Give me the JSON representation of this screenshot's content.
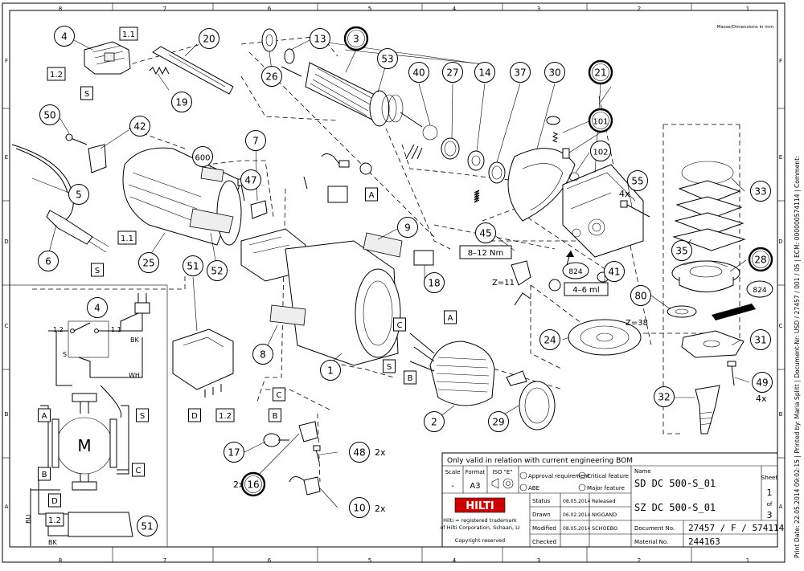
{
  "corner_note": "Masse/Dimensions in mm",
  "grid_columns": [
    "8",
    "7",
    "6",
    "5",
    "4",
    "3",
    "2",
    "1"
  ],
  "grid_rows": [
    "F",
    "E",
    "D",
    "C",
    "B",
    "A"
  ],
  "side_text": "Print Date: 22.05.2014 09:02:15 | Printed by: Maria Splitt | Document-Nr: USD / 27457 / 001 / 05 | ECM: 000000574114 | Comment:",
  "callouts": [
    {
      "n": "4"
    },
    {
      "n": "20"
    },
    {
      "n": "26"
    },
    {
      "n": "13"
    },
    {
      "n": "3",
      "bold": true
    },
    {
      "n": "53"
    },
    {
      "n": "19"
    },
    {
      "n": "40"
    },
    {
      "n": "27"
    },
    {
      "n": "14"
    },
    {
      "n": "37"
    },
    {
      "n": "30"
    },
    {
      "n": "21",
      "bold": true
    },
    {
      "n": "101",
      "bold": true
    },
    {
      "n": "102"
    },
    {
      "n": "50"
    },
    {
      "n": "42"
    },
    {
      "n": "7"
    },
    {
      "n": "600"
    },
    {
      "n": "47"
    },
    {
      "n": "55"
    },
    {
      "n": "33"
    },
    {
      "n": "5"
    },
    {
      "n": "6"
    },
    {
      "n": "25"
    },
    {
      "n": "52"
    },
    {
      "n": "9"
    },
    {
      "n": "45"
    },
    {
      "n": "18"
    },
    {
      "n": "41"
    },
    {
      "n": "35"
    },
    {
      "n": "28",
      "bold": true
    },
    {
      "n": "51"
    },
    {
      "n": "1"
    },
    {
      "n": "8"
    },
    {
      "n": "80"
    },
    {
      "n": "24"
    },
    {
      "n": "31"
    },
    {
      "n": "49"
    },
    {
      "n": "2"
    },
    {
      "n": "29"
    },
    {
      "n": "32"
    },
    {
      "n": "17"
    },
    {
      "n": "16",
      "bold": true
    },
    {
      "n": "48"
    },
    {
      "n": "10"
    },
    {
      "n": "4"
    },
    {
      "n": "51"
    }
  ],
  "tags": [
    "1.1",
    "1.2",
    "S",
    "1.1",
    "S",
    "A",
    "A",
    "C",
    "S",
    "B",
    "C",
    "1.2",
    "D",
    "B",
    "A",
    "S",
    "C",
    "B",
    "D",
    "1.2"
  ],
  "labels": {
    "qty_4x_a": "4x",
    "qty_4x_b": "4x",
    "qty_2x_a": "2x",
    "qty_2x_b": "2x",
    "qty_2x_c": "2x",
    "torque": "8–12 Nm",
    "grease": "4–6 ml",
    "gear_z11": "Z=11",
    "gear_z38": "Z=38",
    "grease_824a": "824",
    "grease_824b": "824",
    "wire_bk": "BK",
    "wire_wh": "WH",
    "wire_bu": "BU",
    "wire_bk2": "BK",
    "motor": "M",
    "s1_12": "1.2",
    "s1_11": "1.1",
    "s_sw": "S"
  },
  "title_block": {
    "note": "Only valid in relation with current engineering BOM",
    "scale_label": "Scale",
    "scale_value": "-",
    "format_label": "Format",
    "format_value": "A3",
    "iso_label": "ISO \"E\"",
    "approval_req": "Approval requirement",
    "abe": "ABE",
    "critical": "Critical feature",
    "major": "Major feature",
    "name_label": "Name",
    "name_line1": "SD DC 500-S_01",
    "name_line2": "SZ DC 500-S_01",
    "sheet_label": "Sheet",
    "sheet_value": "1",
    "of_label": "of",
    "sheet_total": "3",
    "logo": "HILTI",
    "trademark_1": "Hilti = registered trademark",
    "trademark_2": "of Hilti Corporation, Schaan, LI",
    "copyright": "Copyright reserved",
    "rows": [
      {
        "label": "Status",
        "date": "08.05.2014",
        "who": "Released"
      },
      {
        "label": "Drawn",
        "date": "06.02.2014",
        "who": "NIGGAND"
      },
      {
        "label": "Modified",
        "date": "08.05.2014",
        "who": "SCHOEBO"
      },
      {
        "label": "Checked",
        "date": "",
        "who": ""
      }
    ],
    "doc_label": "Document No.",
    "doc_value": "27457 / F / 574114",
    "mat_label": "Material No.",
    "mat_value": "244163"
  }
}
